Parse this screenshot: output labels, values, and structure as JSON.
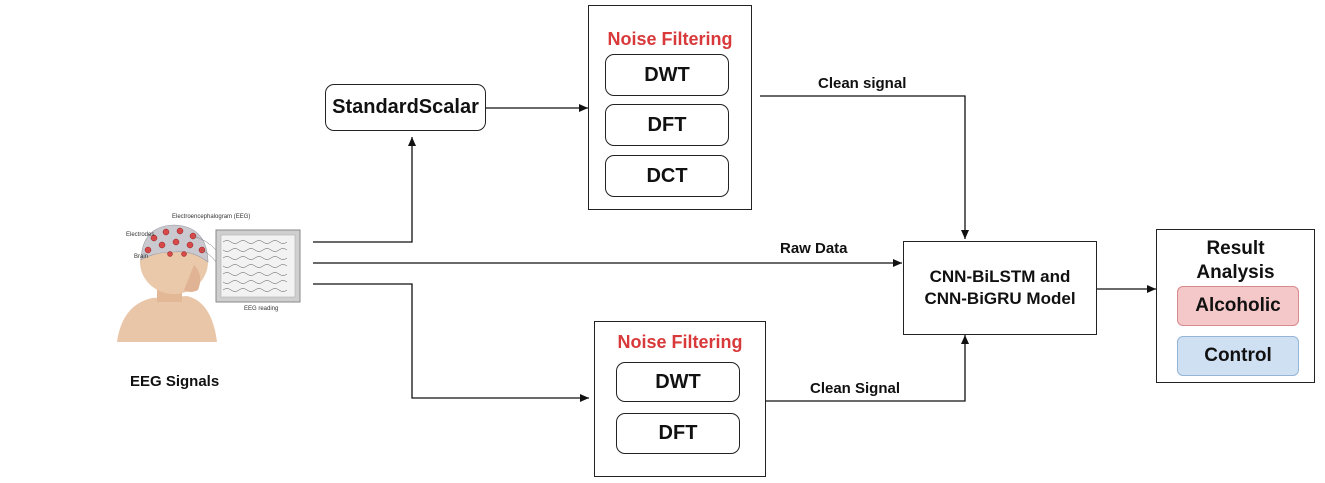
{
  "standard_scalar": {
    "label": "StandardScalar"
  },
  "top_filter": {
    "title": "Noise Filtering",
    "items": [
      "DWT",
      "DFT",
      "DCT"
    ]
  },
  "bottom_filter": {
    "title": "Noise Filtering",
    "items": [
      "DWT",
      "DFT"
    ]
  },
  "edges": {
    "clean_signal_top": "Clean signal",
    "raw_data": "Raw Data",
    "clean_signal_bottom": "Clean Signal"
  },
  "model": {
    "line1": "CNN-BiLSTM and",
    "line2": "CNN-BiGRU Model"
  },
  "result": {
    "title_line1": "Result",
    "title_line2": "Analysis",
    "alcoholic": "Alcoholic",
    "control": "Control"
  },
  "eeg_image": {
    "caption": "EEG Signals",
    "header": "Electroencephalogram (EEG)",
    "electrodes_label": "Electrodes",
    "brain_label": "Brain",
    "reading_label": "EEG reading"
  },
  "colors": {
    "filter_title": "#d8393a",
    "alcoholic_fill": "#f4c7c8",
    "control_fill": "#cfe0f3"
  }
}
